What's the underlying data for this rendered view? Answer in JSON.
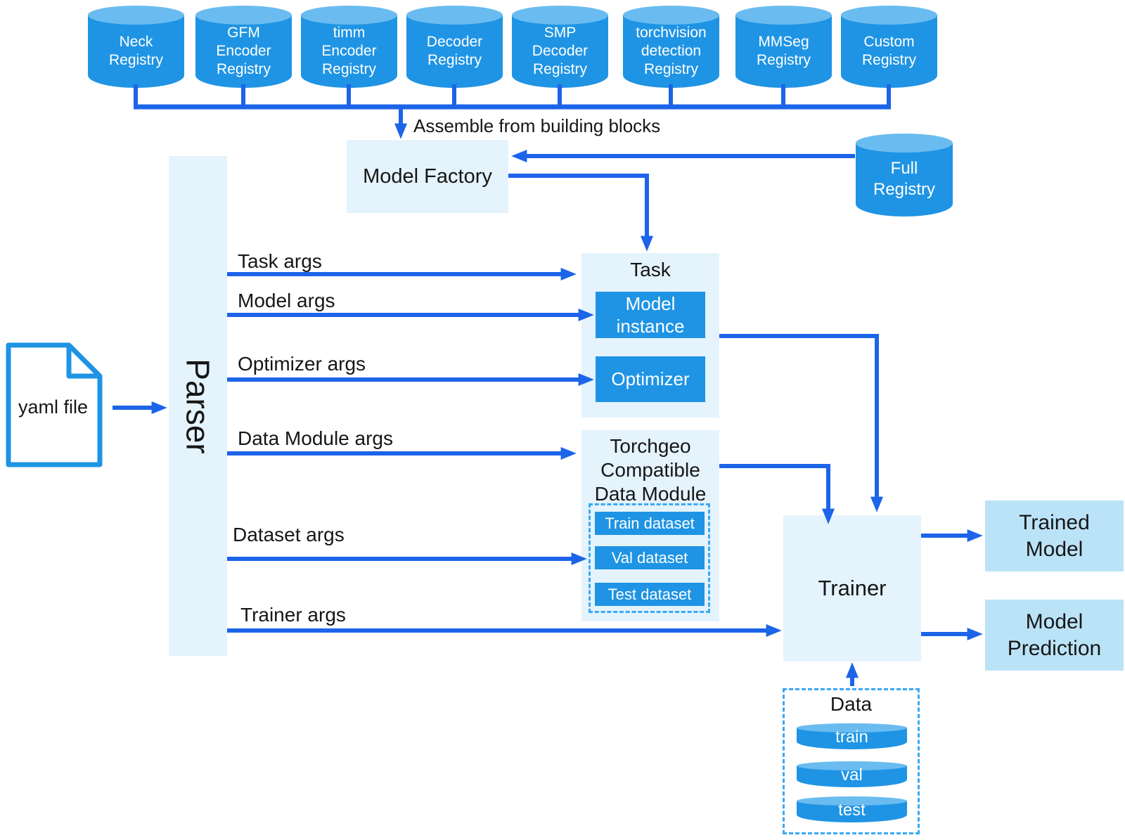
{
  "colors": {
    "node": "#1f94e4",
    "nodeTop": "#6abcf0",
    "arrow": "#1c64e8",
    "panel": "#e4f3fc",
    "out": "#bbe3f7",
    "dash": "#3aa9f3",
    "ink": "#161616"
  },
  "registries": [
    {
      "label": "Neck Registry"
    },
    {
      "label": "GFM Encoder Registry"
    },
    {
      "label": "timm Encoder Registry"
    },
    {
      "label": "Decoder Registry"
    },
    {
      "label": "SMP Decoder Registry"
    },
    {
      "label": "torchvision detection Registry"
    },
    {
      "label": "MMSeg Registry"
    },
    {
      "label": "Custom Registry"
    }
  ],
  "assemble_note": "Assemble from building blocks",
  "model_factory": {
    "label": "Model Factory"
  },
  "full_registry": {
    "label": "Full Registry"
  },
  "yaml_file": {
    "label": "yaml file"
  },
  "parser": {
    "label": "Parser"
  },
  "parser_outputs": [
    {
      "label": "Task args"
    },
    {
      "label": "Model args"
    },
    {
      "label": "Optimizer args"
    },
    {
      "label": "Data Module args"
    },
    {
      "label": "Dataset args"
    },
    {
      "label": "Trainer args"
    }
  ],
  "task": {
    "title": "Task",
    "model_instance": "Model instance",
    "optimizer": "Optimizer"
  },
  "data_module": {
    "title": "Torchgeo Compatible Data Module",
    "train": "Train dataset",
    "val": "Val dataset",
    "test": "Test dataset"
  },
  "trainer": {
    "label": "Trainer"
  },
  "trained_model": {
    "label": "Trained Model"
  },
  "model_prediction": {
    "label": "Model Prediction"
  },
  "data": {
    "title": "Data",
    "partitions": [
      {
        "label": "train"
      },
      {
        "label": "val"
      },
      {
        "label": "test"
      }
    ]
  }
}
